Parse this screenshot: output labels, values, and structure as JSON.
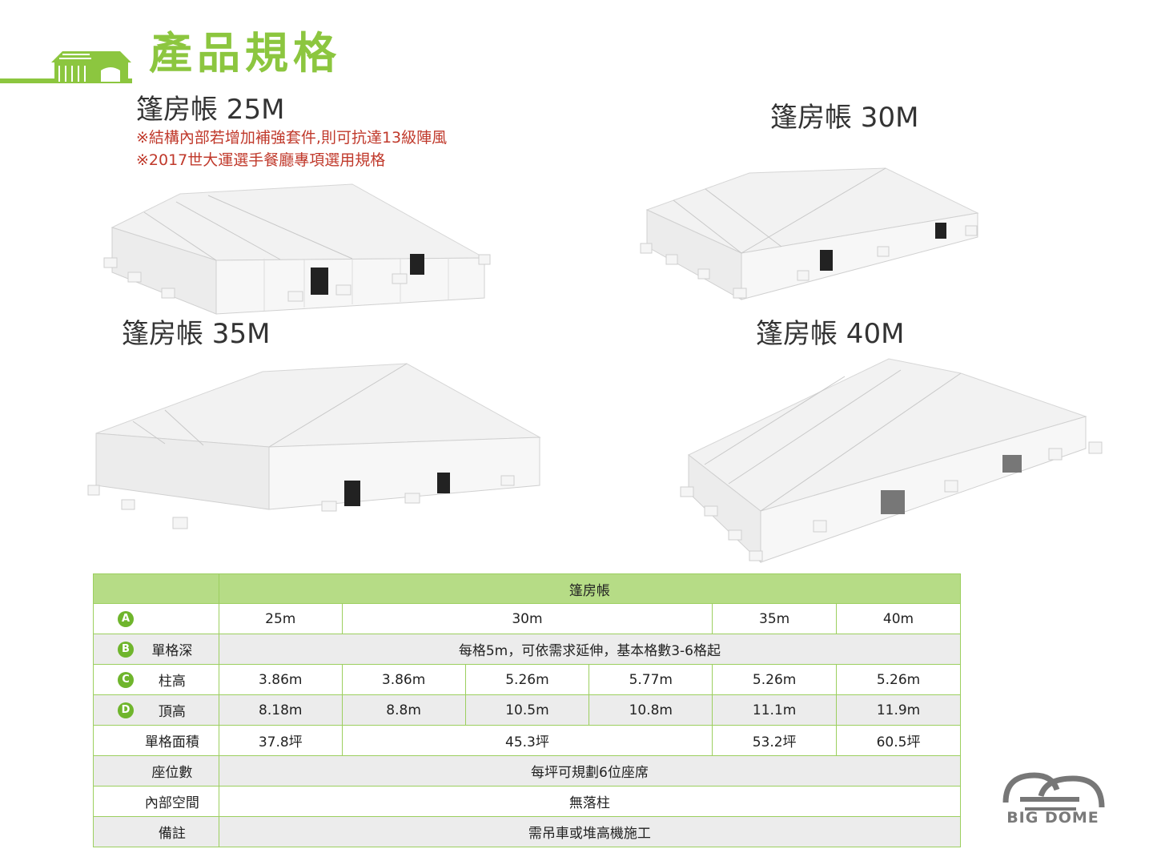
{
  "page_title": "產品規格",
  "tents": [
    {
      "title": "篷房帳 25M",
      "notes": [
        "※結構內部若增加補強套件,則可抗達13級陣風",
        "※2017世大運選手餐廳專項選用規格"
      ]
    },
    {
      "title": "篷房帳 30M"
    },
    {
      "title": "篷房帳 35M"
    },
    {
      "title": "篷房帳 40M"
    }
  ],
  "table": {
    "header": "篷房帳",
    "rows": {
      "a": {
        "badge": "A",
        "label": "",
        "cells": [
          "25m",
          "30m",
          "35m",
          "40m"
        ]
      },
      "b": {
        "badge": "B",
        "label": "單格深",
        "cells": [
          "每格5m，可依需求延伸，基本格數3-6格起"
        ]
      },
      "c": {
        "badge": "C",
        "label": "柱高",
        "cells": [
          "3.86m",
          "3.86m",
          "5.26m",
          "5.77m",
          "5.26m",
          "5.26m"
        ]
      },
      "d": {
        "badge": "D",
        "label": "頂高",
        "cells": [
          "8.18m",
          "8.8m",
          "10.5m",
          "10.8m",
          "11.1m",
          "11.9m"
        ]
      },
      "area": {
        "label": "單格面積",
        "cells": [
          "37.8坪",
          "45.3坪",
          "53.2坪",
          "60.5坪"
        ]
      },
      "seats": {
        "label": "座位數",
        "cells": [
          "每坪可規劃6位座席"
        ]
      },
      "space": {
        "label": "內部空間",
        "cells": [
          "無落柱"
        ]
      },
      "remark": {
        "label": "備註",
        "cells": [
          "需吊車或堆高機施工"
        ]
      }
    }
  },
  "logo": {
    "text": "BIG DOME"
  },
  "colors": {
    "accent": "#8cc63f",
    "note": "#c0392b",
    "table_head": "#b6dc86",
    "badge": "#6fb52c"
  }
}
